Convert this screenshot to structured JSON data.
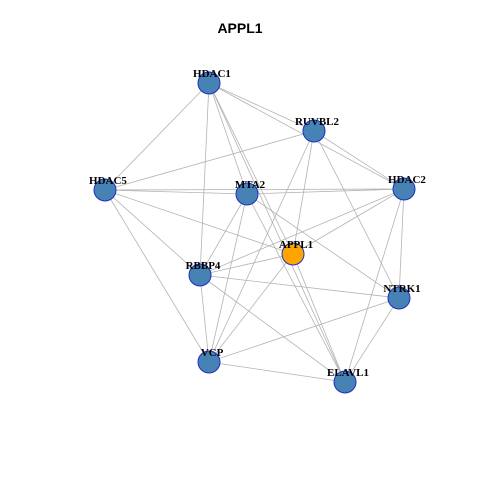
{
  "title": "APPL1",
  "colors": {
    "node_default": "#4682B4",
    "node_highlight": "#FFA500",
    "node_border": "#1E2FBF",
    "edge": "#B3B3B3"
  },
  "nodes": [
    {
      "id": "HDAC1",
      "label": "HDAC1",
      "highlight": false
    },
    {
      "id": "RUVBL2",
      "label": "RUVBL2",
      "highlight": false
    },
    {
      "id": "HDAC5",
      "label": "HDAC5",
      "highlight": false
    },
    {
      "id": "MTA2",
      "label": "MTA2",
      "highlight": false
    },
    {
      "id": "HDAC2",
      "label": "HDAC2",
      "highlight": false
    },
    {
      "id": "APPL1",
      "label": "APPL1",
      "highlight": true
    },
    {
      "id": "RBBP4",
      "label": "RBBP4",
      "highlight": false
    },
    {
      "id": "NTRK1",
      "label": "NTRK1",
      "highlight": false
    },
    {
      "id": "VCP",
      "label": "VCP",
      "highlight": false
    },
    {
      "id": "ELAVL1",
      "label": "ELAVL1",
      "highlight": false
    }
  ],
  "edges": [
    [
      "HDAC1",
      "RUVBL2"
    ],
    [
      "HDAC1",
      "HDAC2"
    ],
    [
      "HDAC1",
      "HDAC5"
    ],
    [
      "HDAC1",
      "MTA2"
    ],
    [
      "HDAC1",
      "RBBP4"
    ],
    [
      "HDAC1",
      "APPL1"
    ],
    [
      "HDAC1",
      "ELAVL1"
    ],
    [
      "RUVBL2",
      "HDAC5"
    ],
    [
      "RUVBL2",
      "HDAC2"
    ],
    [
      "RUVBL2",
      "APPL1"
    ],
    [
      "RUVBL2",
      "NTRK1"
    ],
    [
      "RUVBL2",
      "VCP"
    ],
    [
      "HDAC5",
      "MTA2"
    ],
    [
      "HDAC5",
      "HDAC2"
    ],
    [
      "HDAC5",
      "APPL1"
    ],
    [
      "HDAC5",
      "RBBP4"
    ],
    [
      "HDAC5",
      "VCP"
    ],
    [
      "MTA2",
      "HDAC2"
    ],
    [
      "MTA2",
      "RBBP4"
    ],
    [
      "MTA2",
      "NTRK1"
    ],
    [
      "MTA2",
      "ELAVL1"
    ],
    [
      "MTA2",
      "VCP"
    ],
    [
      "HDAC2",
      "APPL1"
    ],
    [
      "HDAC2",
      "RBBP4"
    ],
    [
      "HDAC2",
      "NTRK1"
    ],
    [
      "HDAC2",
      "ELAVL1"
    ],
    [
      "APPL1",
      "RBBP4"
    ],
    [
      "APPL1",
      "ELAVL1"
    ],
    [
      "RBBP4",
      "NTRK1"
    ],
    [
      "RBBP4",
      "VCP"
    ],
    [
      "RBBP4",
      "ELAVL1"
    ],
    [
      "NTRK1",
      "VCP"
    ],
    [
      "NTRK1",
      "ELAVL1"
    ],
    [
      "VCP",
      "ELAVL1"
    ],
    [
      "VCP",
      "APPL1"
    ]
  ]
}
